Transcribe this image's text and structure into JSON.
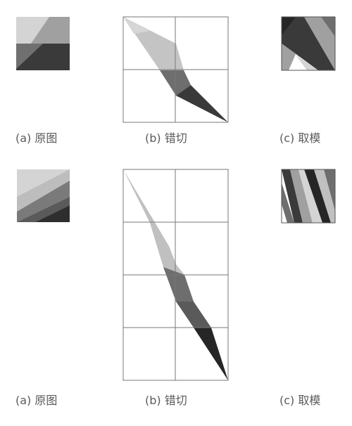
{
  "captions": {
    "row1": {
      "a": "(a) 原图",
      "b": "(b) 错切",
      "c": "(c) 取模"
    },
    "row2": {
      "a": "(a) 原图",
      "b": "(b) 错切",
      "c": "(c) 取模"
    }
  },
  "colors": {
    "light": "#d4d4d4",
    "mid_light": "#c0c0c0",
    "mid": "#a0a0a0",
    "dark_mid": "#6e6e6e",
    "dark": "#3a3a3a",
    "darkest": "#262626",
    "grid": "#777777",
    "caption": "#5a5a5a"
  }
}
